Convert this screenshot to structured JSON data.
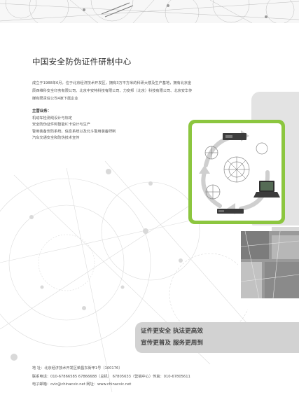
{
  "header": {
    "title": "中国安全防伪证件研制中心"
  },
  "intro": {
    "text": "成立于1988年6月，位于北京经济技术开发区，拥有3万平方米的科研大楼及生产基地，拥有北京金辰西维科安全印务有限公司、北京中安特科技有限公司、力变邦（北京）科技有限公司、北京安华传媒有限责任公司4家下属企业"
  },
  "business": {
    "heading": "主营业务：",
    "items": [
      "机动车检测线设计与标定",
      "安全防伪证件和智能IC卡设计与生产",
      "警用装备安防系统、信息系统以及北斗警用装备研制",
      "汽车交通安全和防伪技术宣传"
    ]
  },
  "slogan": {
    "line1": "证件更安全  执法更高效",
    "line2": "宣传更普及  服务更周到"
  },
  "contact": {
    "address": "地    址：北京经济技术开发区荣昌东街甲1号（100176）",
    "phone": "联系电话：010-67866585  67866688（总机）  67805633（营销中心）传真：010-67805611",
    "email_web": "电子邮箱：cvic@chinacvic.net     网址：www.chinacvic.net"
  },
  "colors": {
    "accent_green": "#8cc63f",
    "slogan_bg": "#d2d2d2",
    "tab_bg": "#e3e3e3"
  }
}
